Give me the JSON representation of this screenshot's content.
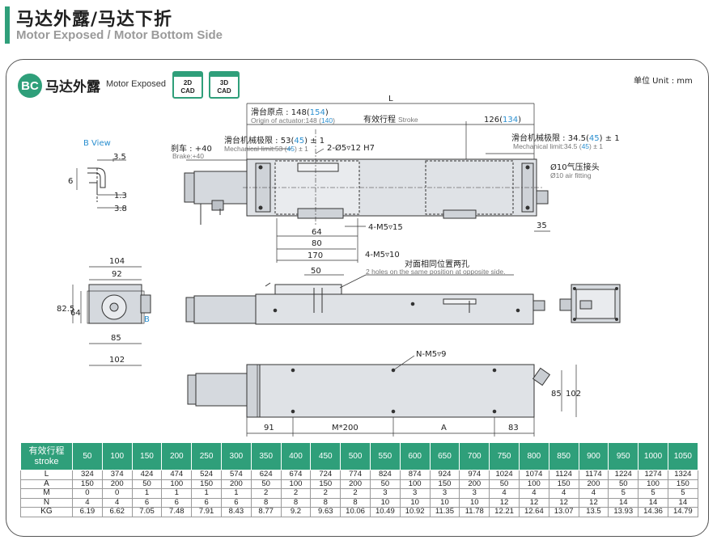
{
  "header": {
    "title_cn": "马达外露/马达下折",
    "title_en": "Motor Exposed / Motor Bottom Side"
  },
  "section": {
    "badge": "BC",
    "title_cn": "马达外露",
    "title_en": "Motor Exposed",
    "cad_2d": [
      "2D",
      "CAD"
    ],
    "cad_3d": [
      "3D",
      "CAD"
    ],
    "unit": "单位 Unit : mm"
  },
  "drawing": {
    "b_view": "B View",
    "dim_3_5": "3.5",
    "dim_6": "6",
    "dim_1_3": "1.3",
    "dim_3_8": "3.8",
    "L": "L",
    "origin_cn": "滑台原点 : 148(",
    "origin_val": "154",
    "origin_close": ")",
    "origin_en": "Origin of actuator:148 (",
    "origin_en_val": "140",
    "origin_en_close": ")",
    "stroke_cn": "有效行程",
    "stroke_en": "Stroke",
    "dim_126": "126(",
    "dim_126_val": "134",
    "dim_126_close": ")",
    "brake_cn": "刹车 : +40",
    "brake_en": "Brake:+40",
    "mech_left_cn": "滑台机械极限 : 53(",
    "mech_left_val": "45",
    "mech_left_close": ") ± 1",
    "mech_left_en": "Mechanical limit:53 (",
    "mech_left_en_val": "45",
    "mech_left_en_close": ") ± 1",
    "mech_right_cn": "滑台机械极限 : 34.5(",
    "mech_right_val": "45",
    "mech_right_close": ") ± 1",
    "mech_right_en": "Mechanical limit:34.5 (",
    "mech_right_en_val": "45",
    "mech_right_en_close": ") ± 1",
    "pin_hole": "2-Ø5▿12 H7",
    "air_cn": "Ø10气压接头",
    "air_en": "Ø10 air fitting",
    "dim_64": "64",
    "dim_80": "80",
    "dim_170": "170",
    "dim_35": "35",
    "m5_15": "4-M5▿15",
    "m5_10": "4-M5▿10",
    "dim_104": "104",
    "dim_92": "92",
    "dim_82_5": "82.5",
    "dim_64_side": "64",
    "dim_85": "85",
    "dim_102": "102",
    "b_mark": "B",
    "dim_50": "50",
    "opp_cn": "对面相同位置两孔",
    "opp_en": "2 holes on the same position at opposite side.",
    "n_m5": "N-M5▿9",
    "dim_85_r": "85",
    "dim_102_r": "102",
    "dim_91": "91",
    "dim_m200": "M*200",
    "dim_A": "A",
    "dim_83": "83"
  },
  "table": {
    "header_cn": "有效行程",
    "header_en": "stroke",
    "strokes": [
      "50",
      "100",
      "150",
      "200",
      "250",
      "300",
      "350",
      "400",
      "450",
      "500",
      "550",
      "600",
      "650",
      "700",
      "750",
      "800",
      "850",
      "900",
      "950",
      "1000",
      "1050"
    ],
    "rows": [
      {
        "name": "L",
        "values": [
          "324",
          "374",
          "424",
          "474",
          "524",
          "574",
          "624",
          "674",
          "724",
          "774",
          "824",
          "874",
          "924",
          "974",
          "1024",
          "1074",
          "1124",
          "1174",
          "1224",
          "1274",
          "1324"
        ]
      },
      {
        "name": "A",
        "values": [
          "150",
          "200",
          "50",
          "100",
          "150",
          "200",
          "50",
          "100",
          "150",
          "200",
          "50",
          "100",
          "150",
          "200",
          "50",
          "100",
          "150",
          "200",
          "50",
          "100",
          "150"
        ]
      },
      {
        "name": "M",
        "values": [
          "0",
          "0",
          "1",
          "1",
          "1",
          "1",
          "2",
          "2",
          "2",
          "2",
          "3",
          "3",
          "3",
          "3",
          "4",
          "4",
          "4",
          "4",
          "5",
          "5",
          "5"
        ]
      },
      {
        "name": "N",
        "values": [
          "4",
          "4",
          "6",
          "6",
          "6",
          "6",
          "8",
          "8",
          "8",
          "8",
          "10",
          "10",
          "10",
          "10",
          "12",
          "12",
          "12",
          "12",
          "14",
          "14",
          "14"
        ]
      },
      {
        "name": "KG",
        "values": [
          "6.19",
          "6.62",
          "7.05",
          "7.48",
          "7.91",
          "8.43",
          "8.77",
          "9.2",
          "9.63",
          "10.06",
          "10.49",
          "10.92",
          "11.35",
          "11.78",
          "12.21",
          "12.64",
          "13.07",
          "13.5",
          "13.93",
          "14.36",
          "14.79"
        ]
      }
    ]
  },
  "colors": {
    "accent": "#2f9f7a",
    "highlight": "#2a8fd0",
    "body": "#d9dde2"
  }
}
